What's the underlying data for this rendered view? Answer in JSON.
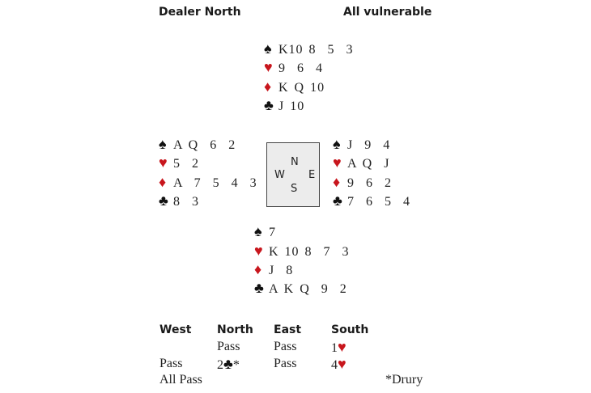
{
  "header": {
    "dealer": "Dealer North",
    "vulnerability": "All vulnerable"
  },
  "suits": {
    "spades": "♠",
    "hearts": "♥",
    "diamonds": "♦",
    "clubs": "♣"
  },
  "colors": {
    "red": "#c8161d",
    "black": "#111111",
    "compass_bg": "#ececec"
  },
  "hands": {
    "north": {
      "spades": "K10 8  5  3",
      "hearts": "9  6  4",
      "diamonds": "K Q 10",
      "clubs": "J 10"
    },
    "west": {
      "spades": "A Q  6  2",
      "hearts": "5  2",
      "diamonds": "A  7  5  4  3",
      "clubs": "8  3"
    },
    "east": {
      "spades": "J  9  4",
      "hearts": "A Q  J",
      "diamonds": "9  6  2",
      "clubs": "7  6  5  4"
    },
    "south": {
      "spades": "7",
      "hearts": "K 10 8  7  3",
      "diamonds": "J  8",
      "clubs": "A K Q  9  2"
    }
  },
  "compass": {
    "n": "N",
    "s": "S",
    "e": "E",
    "w": "W"
  },
  "auction": {
    "headers": [
      "West",
      "North",
      "East",
      "South"
    ],
    "calls": {
      "r1_north": "Pass",
      "r1_east": "Pass",
      "r1_south": "1",
      "r2_west": "Pass",
      "r2_north": "2",
      "r2_north_alert": "*",
      "r2_east": "Pass",
      "r2_south": "4",
      "r3_west": "All Pass"
    },
    "footnote": "*Drury"
  }
}
